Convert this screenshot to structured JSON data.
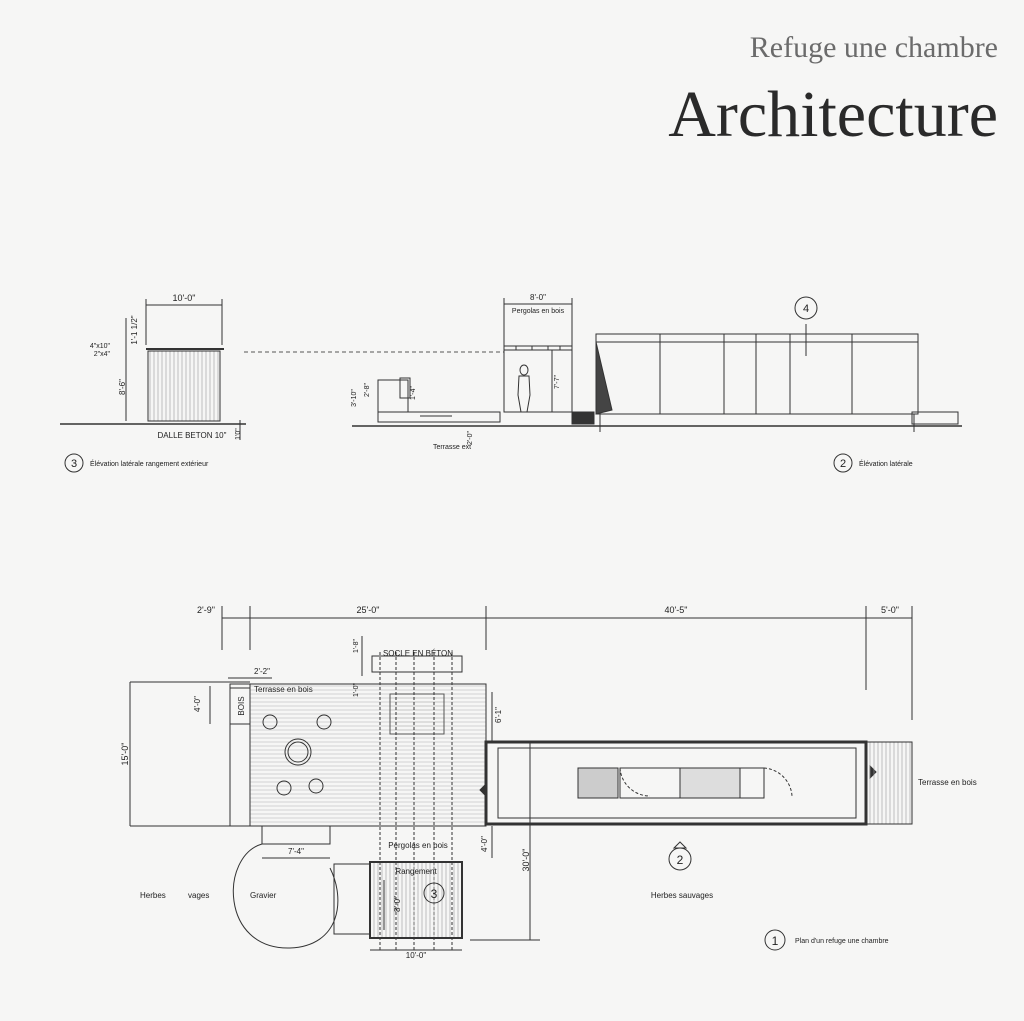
{
  "header": {
    "subtitle": "Refuge une chambre",
    "title": "Architecture"
  },
  "elevation_storage": {
    "dim_width": "10'-0\"",
    "dim_top": "1'-1 1/2\"",
    "dim_height": "8'-6\"",
    "dim_slab": "1'0\"",
    "beam_label_1": "4\"x10\"",
    "beam_label_2": "2\"x4\"",
    "slab_label": "DALLE BETON 10\"",
    "callout_number": "3",
    "callout_label": "Élévation latérale rangement extérieur"
  },
  "elevation_side": {
    "dim_pergola_width": "8'-0\"",
    "pergola_label": "Pergolas en bois",
    "dim_height_1": "3'-10\"",
    "dim_height_2": "2'-8\"",
    "dim_height_3": "1'-4\"",
    "dim_height_4": "2'-0\"",
    "dim_person": "7'-7\"",
    "terrace_label": "Terrasse ext",
    "cabin_number": "4",
    "callout_number": "2",
    "callout_label": "Élévation latérale"
  },
  "plan": {
    "dim_top_1": "2'-9\"",
    "dim_top_2": "25'-0\"",
    "dim_top_3": "40'-5\"",
    "dim_top_4": "5'-0\"",
    "dim_socle": "1'-8\"",
    "socle_label": "SOCLE EN BÉTON",
    "dim_1_0": "1'-0\"",
    "dim_2_2": "2'-2\"",
    "terrace_label": "Terrasse en bois",
    "dim_4_0": "4'-0\"",
    "bois_label": "BOIS",
    "dim_15_0": "15'-0\"",
    "dim_6_1": "6'-1\"",
    "dim_7_4": "7'-4\"",
    "dim_4_0b": "4'-0\"",
    "pergola_label": "Pergolas en bois",
    "rangement_label": "Rangement",
    "rangement_number": "3",
    "dim_8_0": "8'-0\"",
    "dim_10_0": "10'-0\"",
    "dim_30_0": "30'-0\"",
    "herbes_left_1": "Herbes",
    "herbes_left_2": "vages",
    "gravier_label": "Gravier",
    "elev_marker_number": "2",
    "herbes_right": "Herbes sauvages",
    "terrace_right_label": "Terrasse en bois",
    "callout_number": "1",
    "callout_label": "Plan d'un refuge une chambre"
  }
}
